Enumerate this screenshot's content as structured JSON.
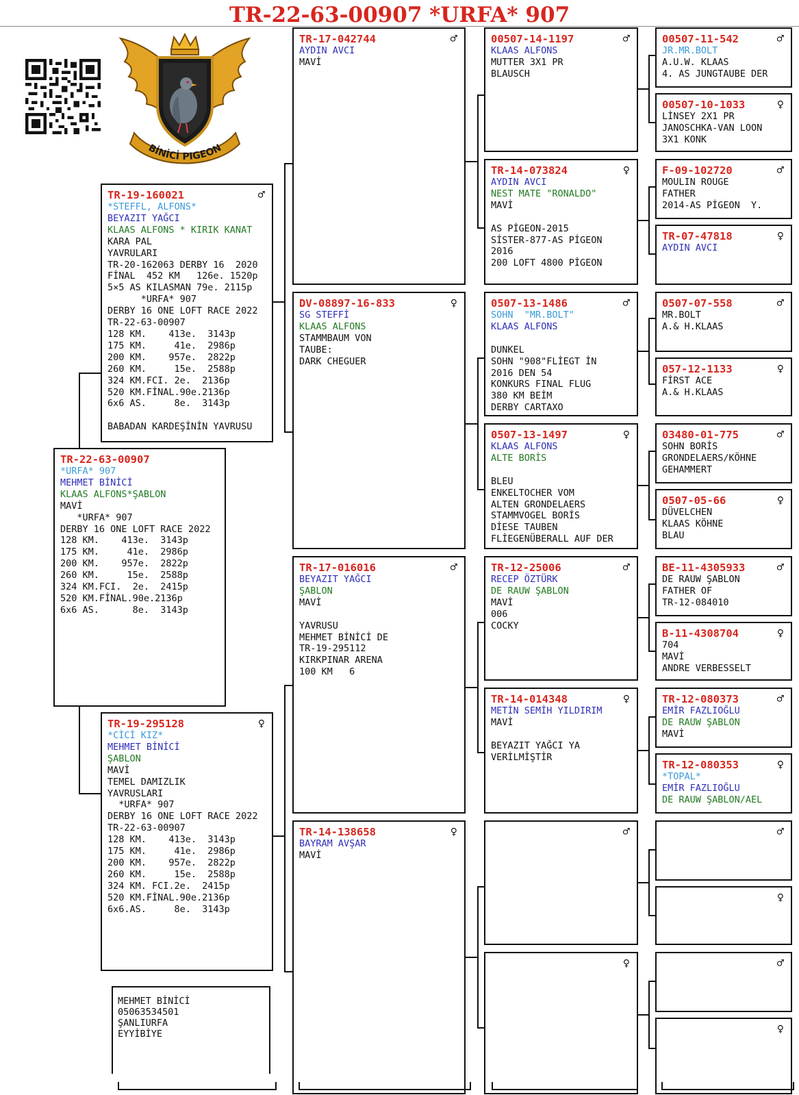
{
  "title": "TR-22-63-00907 *URFA* 907",
  "logo": {
    "text": "BİNİCİ PIGEON"
  },
  "colors": {
    "ring": "#d7261e",
    "cyan": "#3a9ad9",
    "blue": "#2f2fb8",
    "green": "#237a23",
    "black": "#111111"
  },
  "owner": {
    "lines": [
      "MEHMET BİNİCİ",
      "05063534501",
      "ŞANLIURFA",
      "EYYİBİYE"
    ]
  },
  "birds": {
    "subject": {
      "ring": "TR-22-63-00907",
      "sex": "",
      "lines": [
        {
          "t": "*URFA* 907",
          "c": "cyan"
        },
        {
          "t": "MEHMET BİNİCİ",
          "c": "blue"
        },
        {
          "t": "KLAAS ALFONS*ŞABLON",
          "c": "green"
        },
        {
          "t": "MAVİ",
          "c": "black"
        },
        {
          "t": "   *URFA* 907",
          "c": "black"
        },
        {
          "t": "DERBY 16 ONE LOFT RACE 2022",
          "c": "black"
        },
        {
          "t": "128 KM.    413e.  3143p",
          "c": "black"
        },
        {
          "t": "175 KM.     41e.  2986p",
          "c": "black"
        },
        {
          "t": "200 KM.    957e.  2822p",
          "c": "black"
        },
        {
          "t": "260 KM.     15e.  2588p",
          "c": "black"
        },
        {
          "t": "324 KM.FCI.  2e.  2415p",
          "c": "black"
        },
        {
          "t": "520 KM.FİNAL.90e.2136p",
          "c": "black"
        },
        {
          "t": "6x6 AS.      8e.  3143p",
          "c": "black"
        }
      ]
    },
    "sire": {
      "ring": "TR-19-160021",
      "sex": "♂",
      "lines": [
        {
          "t": "*STEFFL, ALFONS*",
          "c": "cyan"
        },
        {
          "t": "BEYAZIT YAĞCI",
          "c": "blue"
        },
        {
          "t": "KLAAS ALFONS * KIRIK KANAT",
          "c": "green"
        },
        {
          "t": "KARA PAL",
          "c": "black"
        },
        {
          "t": "YAVRULARI",
          "c": "black"
        },
        {
          "t": "TR-20-162063 DERBY 16  2020",
          "c": "black"
        },
        {
          "t": "FİNAL  452 KM   126e. 1520p",
          "c": "black"
        },
        {
          "t": "5×5 AS KILASMAN 79e. 2115p",
          "c": "black"
        },
        {
          "t": "      *URFA* 907",
          "c": "black"
        },
        {
          "t": "DERBY 16 ONE LOFT RACE 2022",
          "c": "black"
        },
        {
          "t": "TR-22-63-00907",
          "c": "black"
        },
        {
          "t": "128 KM.    413e.  3143p",
          "c": "black"
        },
        {
          "t": "175 KM.     41e.  2986p",
          "c": "black"
        },
        {
          "t": "200 KM.    957e.  2822p",
          "c": "black"
        },
        {
          "t": "260 KM.     15e.  2588p",
          "c": "black"
        },
        {
          "t": "324 KM.FCI. 2e.  2136p",
          "c": "black"
        },
        {
          "t": "520 KM.FİNAL.90e.2136p",
          "c": "black"
        },
        {
          "t": "6x6 AS.     8e.  3143p",
          "c": "black"
        },
        {
          "t": "",
          "c": "black"
        },
        {
          "t": "BABADAN KARDEŞİNİN YAVRUSU",
          "c": "black"
        }
      ]
    },
    "dam": {
      "ring": "TR-19-295128",
      "sex": "♀",
      "lines": [
        {
          "t": "*CİCİ KIZ*",
          "c": "cyan"
        },
        {
          "t": "MEHMET BİNİCİ",
          "c": "blue"
        },
        {
          "t": "ŞABLON",
          "c": "green"
        },
        {
          "t": "MAVİ",
          "c": "black"
        },
        {
          "t": "TEMEL DAMIZLIK",
          "c": "black"
        },
        {
          "t": "YAVRUSLARI",
          "c": "black"
        },
        {
          "t": "  *URFA* 907",
          "c": "black"
        },
        {
          "t": "DERBY 16 ONE LOFT RACE 2022",
          "c": "black"
        },
        {
          "t": "TR-22-63-00907",
          "c": "black"
        },
        {
          "t": "128 KM.    413e.  3143p",
          "c": "black"
        },
        {
          "t": "175 KM.     41e.  2986p",
          "c": "black"
        },
        {
          "t": "200 KM.    957e.  2822p",
          "c": "black"
        },
        {
          "t": "260 KM.     15e.  2588p",
          "c": "black"
        },
        {
          "t": "324 KM. FCI.2e.  2415p",
          "c": "black"
        },
        {
          "t": "520 KM.FİNAL.90e.2136p",
          "c": "black"
        },
        {
          "t": "6x6.AS.     8e.  3143p",
          "c": "black"
        }
      ]
    },
    "ss": {
      "ring": "TR-17-042744",
      "sex": "♂",
      "lines": [
        {
          "t": "AYDIN AVCI",
          "c": "blue"
        },
        {
          "t": "MAVİ",
          "c": "black"
        }
      ]
    },
    "sd": {
      "ring": "DV-08897-16-833",
      "sex": "♀",
      "lines": [
        {
          "t": "SG STEFFİ",
          "c": "blue"
        },
        {
          "t": "KLAAS ALFONS",
          "c": "green"
        },
        {
          "t": "STAMMBAUM VON",
          "c": "black"
        },
        {
          "t": "TAUBE:",
          "c": "black"
        },
        {
          "t": "DARK CHEGUER",
          "c": "black"
        }
      ]
    },
    "ds": {
      "ring": "TR-17-016016",
      "sex": "♂",
      "lines": [
        {
          "t": "BEYAZIT YAĞCI",
          "c": "blue"
        },
        {
          "t": "ŞABLON",
          "c": "green"
        },
        {
          "t": "MAVİ",
          "c": "black"
        },
        {
          "t": "",
          "c": "black"
        },
        {
          "t": "YAVRUSU",
          "c": "black"
        },
        {
          "t": "MEHMET BİNİCİ DE",
          "c": "black"
        },
        {
          "t": "TR-19-295112",
          "c": "black"
        },
        {
          "t": "KIRKPINAR ARENA",
          "c": "black"
        },
        {
          "t": "100 KM   6",
          "c": "black"
        }
      ]
    },
    "dd": {
      "ring": "TR-14-138658",
      "sex": "♀",
      "lines": [
        {
          "t": "BAYRAM AVŞAR",
          "c": "blue"
        },
        {
          "t": "MAVİ",
          "c": "black"
        }
      ]
    },
    "sss": {
      "ring": "00507-14-1197",
      "sex": "♂",
      "lines": [
        {
          "t": "KLAAS ALFONS",
          "c": "blue"
        },
        {
          "t": "MUTTER 3X1 PR",
          "c": "black"
        },
        {
          "t": "BLAUSCH",
          "c": "black"
        }
      ]
    },
    "ssd": {
      "ring": "TR-14-073824",
      "sex": "♀",
      "lines": [
        {
          "t": "AYDIN AVCI",
          "c": "blue"
        },
        {
          "t": "NEST MATE \"RONALDO\"",
          "c": "green"
        },
        {
          "t": "MAVİ",
          "c": "black"
        },
        {
          "t": "",
          "c": "black"
        },
        {
          "t": "AS PİGEON-2015",
          "c": "black"
        },
        {
          "t": "SİSTER-877-AS PİGEON",
          "c": "black"
        },
        {
          "t": "2016",
          "c": "black"
        },
        {
          "t": "200 LOFT 4800 PİGEON",
          "c": "black"
        }
      ]
    },
    "sds": {
      "ring": "0507-13-1486",
      "sex": "♂",
      "lines": [
        {
          "t": "SOHN  \"MR.BOLT\"",
          "c": "cyan"
        },
        {
          "t": "KLAAS ALFONS",
          "c": "blue"
        },
        {
          "t": "",
          "c": "black"
        },
        {
          "t": "DUNKEL",
          "c": "black"
        },
        {
          "t": "SOHN \"908\"FLİEGT İN",
          "c": "black"
        },
        {
          "t": "2016 DEN 54",
          "c": "black"
        },
        {
          "t": "KONKURS FINAL FLUG",
          "c": "black"
        },
        {
          "t": "380 KM BEİM",
          "c": "black"
        },
        {
          "t": "DERBY CARTAXO",
          "c": "black"
        }
      ]
    },
    "sdd": {
      "ring": "0507-13-1497",
      "sex": "♀",
      "lines": [
        {
          "t": "KLAAS ALFONS",
          "c": "blue"
        },
        {
          "t": "ALTE BORİS",
          "c": "green"
        },
        {
          "t": "",
          "c": "black"
        },
        {
          "t": "BLEU",
          "c": "black"
        },
        {
          "t": "ENKELTOCHER VOM",
          "c": "black"
        },
        {
          "t": "ALTEN GRONDELAERS",
          "c": "black"
        },
        {
          "t": "STAMMVOGEL BORİS",
          "c": "black"
        },
        {
          "t": "DİESE TAUBEN",
          "c": "black"
        },
        {
          "t": "FLİEGENÜBERALL AUF DER",
          "c": "black"
        }
      ]
    },
    "dss": {
      "ring": "TR-12-25006",
      "sex": "♂",
      "lines": [
        {
          "t": "RECEP ÖZTÜRK",
          "c": "blue"
        },
        {
          "t": "DE RAUW ŞABLON",
          "c": "green"
        },
        {
          "t": "MAVİ",
          "c": "black"
        },
        {
          "t": "006",
          "c": "black"
        },
        {
          "t": "COCKY",
          "c": "black"
        }
      ]
    },
    "dsd": {
      "ring": "TR-14-014348",
      "sex": "♀",
      "lines": [
        {
          "t": "METİN SEMİH YILDIRIM",
          "c": "blue"
        },
        {
          "t": "MAVİ",
          "c": "black"
        },
        {
          "t": "",
          "c": "black"
        },
        {
          "t": "BEYAZIT YAĞCI YA",
          "c": "black"
        },
        {
          "t": "VERİLMİŞTİR",
          "c": "black"
        }
      ]
    },
    "dds": {
      "ring": "",
      "sex": "♂",
      "lines": []
    },
    "ddd": {
      "ring": "",
      "sex": "♀",
      "lines": []
    },
    "g1": {
      "ring": "00507-11-542",
      "sex": "♂",
      "lines": [
        {
          "t": "JR.MR.BOLT",
          "c": "cyan"
        },
        {
          "t": "A.U.W. KLAAS",
          "c": "black"
        },
        {
          "t": "4. AS JUNGTAUBE DER",
          "c": "black"
        }
      ]
    },
    "g2": {
      "ring": "00507-10-1033",
      "sex": "♀",
      "lines": [
        {
          "t": "LİNSEY 2X1 PR",
          "c": "black"
        },
        {
          "t": "JANOSCHKA-VAN LOON",
          "c": "black"
        },
        {
          "t": "3X1 KONK",
          "c": "black"
        }
      ]
    },
    "g3": {
      "ring": "F-09-102720",
      "sex": "♂",
      "lines": [
        {
          "t": "MOULIN ROUGE",
          "c": "black"
        },
        {
          "t": "FATHER",
          "c": "black"
        },
        {
          "t": "2014-AS PİGEON  Y.",
          "c": "black"
        }
      ]
    },
    "g4": {
      "ring": "TR-07-47818",
      "sex": "♀",
      "lines": [
        {
          "t": "AYDIN AVCI",
          "c": "blue"
        }
      ]
    },
    "g5": {
      "ring": "0507-07-558",
      "sex": "♂",
      "lines": [
        {
          "t": "MR.BOLT",
          "c": "black"
        },
        {
          "t": "A.& H.KLAAS",
          "c": "black"
        }
      ]
    },
    "g6": {
      "ring": "057-12-1133",
      "sex": "♀",
      "lines": [
        {
          "t": "FİRST ACE",
          "c": "black"
        },
        {
          "t": "A.& H.KLAAS",
          "c": "black"
        }
      ]
    },
    "g7": {
      "ring": "03480-01-775",
      "sex": "♂",
      "lines": [
        {
          "t": "SOHN BORİS",
          "c": "black"
        },
        {
          "t": "GRONDELAERS/KÖHNE",
          "c": "black"
        },
        {
          "t": "GEHAMMERT",
          "c": "black"
        }
      ]
    },
    "g8": {
      "ring": "0507-05-66",
      "sex": "♀",
      "lines": [
        {
          "t": "DÜVELCHEN",
          "c": "black"
        },
        {
          "t": "KLAAS KÖHNE",
          "c": "black"
        },
        {
          "t": "BLAU",
          "c": "black"
        }
      ]
    },
    "g9": {
      "ring": "BE-11-4305933",
      "sex": "♂",
      "lines": [
        {
          "t": "DE RAUW ŞABLON",
          "c": "black"
        },
        {
          "t": "FATHER OF",
          "c": "black"
        },
        {
          "t": "TR-12-084010",
          "c": "black"
        }
      ]
    },
    "g10": {
      "ring": "B-11-4308704",
      "sex": "♀",
      "lines": [
        {
          "t": "704",
          "c": "black"
        },
        {
          "t": "MAVİ",
          "c": "black"
        },
        {
          "t": "ANDRE VERBESSELT",
          "c": "black"
        }
      ]
    },
    "g11": {
      "ring": "TR-12-080373",
      "sex": "♂",
      "lines": [
        {
          "t": "EMİR FAZLIOĞLU",
          "c": "blue"
        },
        {
          "t": "DE RAUW ŞABLON",
          "c": "green"
        },
        {
          "t": "MAVİ",
          "c": "black"
        }
      ]
    },
    "g12": {
      "ring": "TR-12-080353",
      "sex": "♀",
      "lines": [
        {
          "t": "*TOPAL*",
          "c": "cyan"
        },
        {
          "t": "EMİR FAZLIOĞLU",
          "c": "blue"
        },
        {
          "t": "DE RAUW ŞABLON/AEL",
          "c": "green"
        }
      ]
    },
    "g13": {
      "ring": "",
      "sex": "♂",
      "lines": []
    },
    "g14": {
      "ring": "",
      "sex": "♀",
      "lines": []
    },
    "g15": {
      "ring": "",
      "sex": "♂",
      "lines": []
    },
    "g16": {
      "ring": "",
      "sex": "♀",
      "lines": []
    }
  }
}
